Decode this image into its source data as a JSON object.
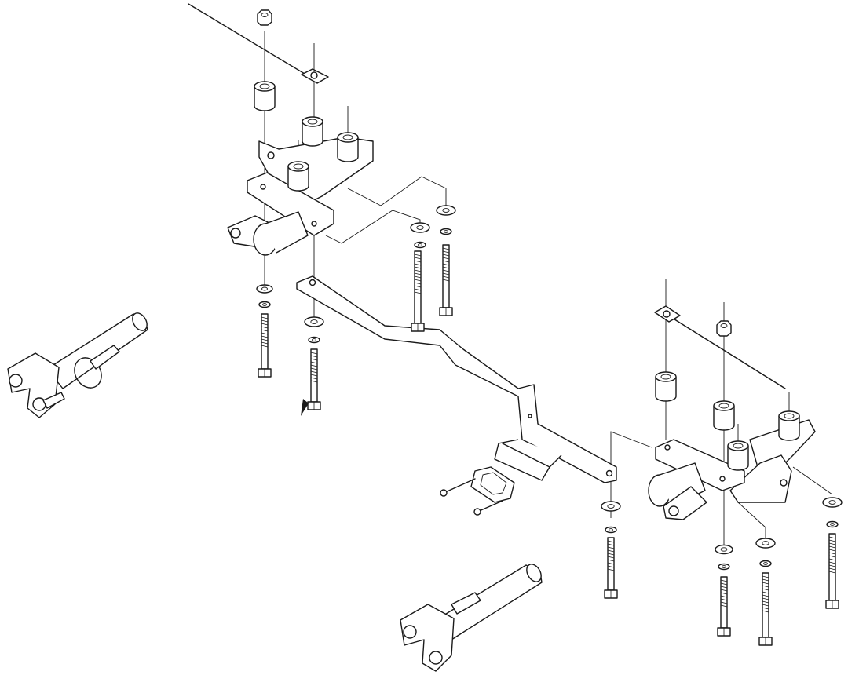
{
  "diagram": {
    "type": "exploded-assembly",
    "line_color": "#1a1a1a",
    "background": "#ffffff",
    "parts": [
      "left-mounting-bracket",
      "right-mounting-bracket",
      "crossbar",
      "safety-cable-left",
      "safety-cable-right",
      "clevis-pin-left",
      "clevis-pin-bottom",
      "wiring-bracket-plate",
      "bolts",
      "washers",
      "lock-washers",
      "spacers",
      "nuts"
    ]
  }
}
